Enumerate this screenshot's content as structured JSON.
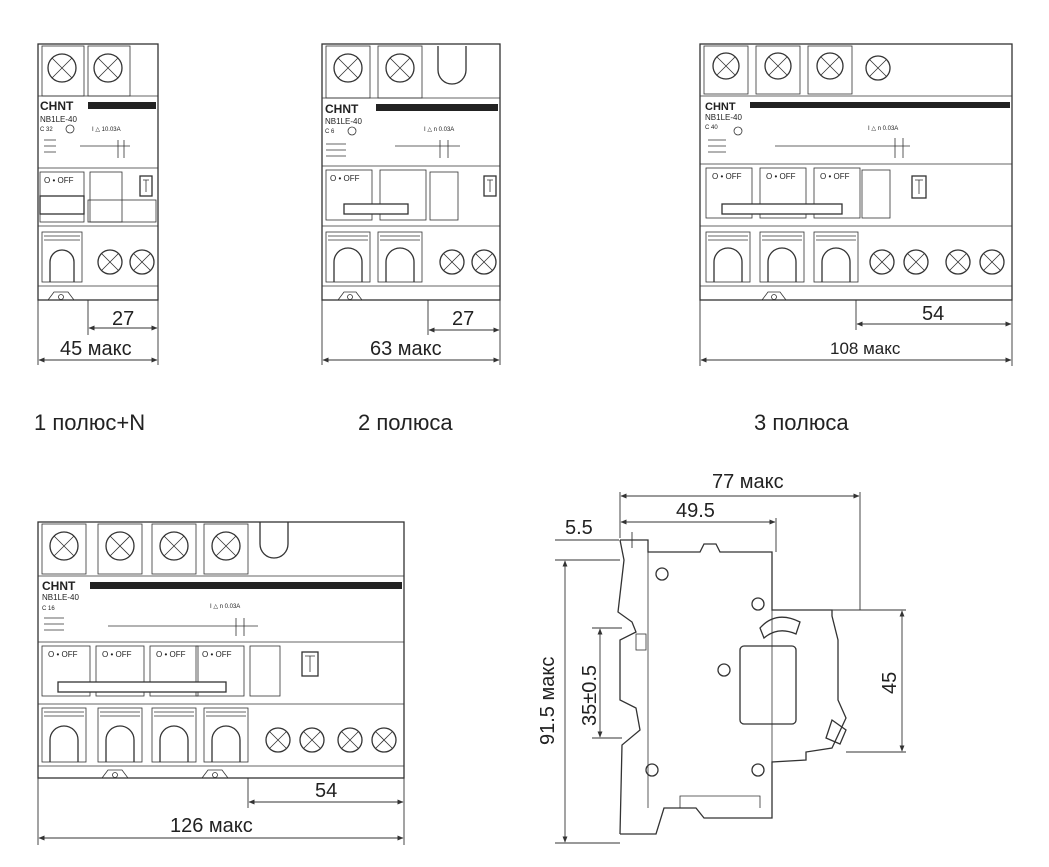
{
  "devices": [
    {
      "id": "1p",
      "caption": "1 полюс+N",
      "brand": "CHNT",
      "model": "NB1LE-40",
      "rating": "C 32",
      "leakage": "I △ 10.03A",
      "handles": [
        "O • OFF"
      ],
      "dims": {
        "inner": "27",
        "overall": "45 макс"
      }
    },
    {
      "id": "2p",
      "caption": "2 полюса",
      "brand": "CHNT",
      "model": "NB1LE-40",
      "rating": "C 6",
      "leakage": "I △ n 0.03A",
      "handles": [
        "O • OFF",
        ""
      ],
      "dims": {
        "inner": "27",
        "overall": "63 макс"
      }
    },
    {
      "id": "3p",
      "caption": "3 полюса",
      "brand": "CHNT",
      "model": "NB1LE-40",
      "rating": "C 40",
      "leakage": "I △ n 0.03A",
      "handles": [
        "O • OFF",
        "O • OFF",
        "O • OFF"
      ],
      "dims": {
        "inner": "54",
        "overall": "108 макс"
      }
    },
    {
      "id": "4p",
      "caption": "",
      "brand": "CHNT",
      "model": "NB1LE-40",
      "rating": "C 16",
      "leakage": "I △ n 0.03A",
      "handles": [
        "O • OFF",
        "O • OFF",
        "O • OFF",
        "O • OFF"
      ],
      "dims": {
        "inner": "54",
        "overall": "126 макс"
      }
    }
  ],
  "side_view": {
    "dims": {
      "depth": "77 макс",
      "front": "49.5",
      "offset": "5.5",
      "height": "91.5 макс",
      "rail": "35±0.5",
      "front_height": "45"
    }
  },
  "colors": {
    "line": "#333333",
    "text": "#222222",
    "background": "#ffffff"
  }
}
